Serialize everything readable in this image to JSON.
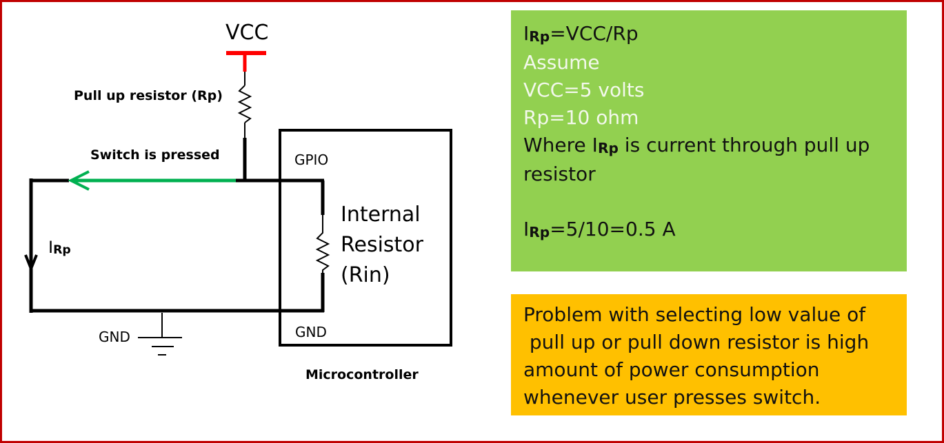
{
  "circuit": {
    "vcc_label": "VCC",
    "pullup_label": "Pull up resistor (Rp)",
    "switch_label": "Switch is  pressed",
    "gpio_label": "GPIO",
    "current_label_main": "I",
    "current_label_sub": "Rp",
    "internal_resistor_lines": [
      "Internal",
      "Resistor",
      "(Rin)"
    ],
    "gnd_left_label": "GND",
    "gnd_right_label": "GND",
    "microcontroller_label": "Microcontroller"
  },
  "calc_box": {
    "formula_sub": "Rp",
    "formula_rest": "=VCC/Rp",
    "assume": "Assume",
    "vcc_value": "VCC=5 volts",
    "rp_value": "Rp=10 ohm",
    "where_prefix": "Where I",
    "where_sub": "Rp",
    "where_rest": " is current through pull up resistor",
    "result_sub": "Rp",
    "result_rest": "=5/10=0.5 A",
    "current_letter": "I"
  },
  "problem_box": {
    "lines": [
      "Problem with selecting low value of",
      " pull up or pull down resistor is high",
      "amount of power consumption",
      "whenever user presses switch."
    ]
  },
  "colors": {
    "border": "#c00000",
    "wire": "#000000",
    "vcc_rail": "#ff0000",
    "current_arrow": "#00b050",
    "calc_box_bg": "#92d050",
    "problem_box_bg": "#ffc000"
  }
}
